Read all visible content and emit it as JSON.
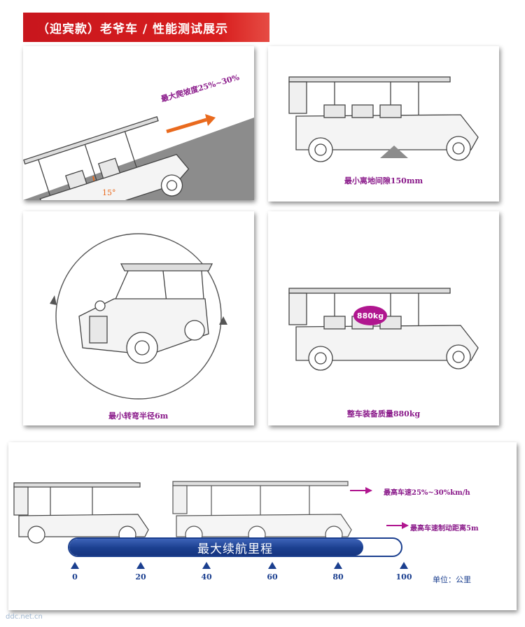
{
  "title": "（迎宾款）老爷车 / 性能测试展示",
  "panels": {
    "climb": {
      "caption": "最大爬坡度25%~30%",
      "angle_label": "15°"
    },
    "clearance": {
      "caption": "最小离地间隙150mm"
    },
    "turning": {
      "caption": "最小转弯半径6m"
    },
    "mass": {
      "caption": "整车装备质量880kg",
      "badge": "880kg"
    }
  },
  "range": {
    "label": "最大续航里程",
    "ticks": [
      "0",
      "20",
      "40",
      "60",
      "80",
      "100"
    ],
    "unit": "单位：公里",
    "legend": [
      {
        "text": "最高车速25%~30%km/h"
      },
      {
        "text": "最高车速制动距离5m"
      }
    ]
  },
  "watermark": "ddc.net.cn",
  "colors": {
    "title_bg": "#d81e1e",
    "caption": "#8a1a8a",
    "navy": "#1b3f8f",
    "arrow": "#e96a1e",
    "badge": "#b0168f"
  }
}
